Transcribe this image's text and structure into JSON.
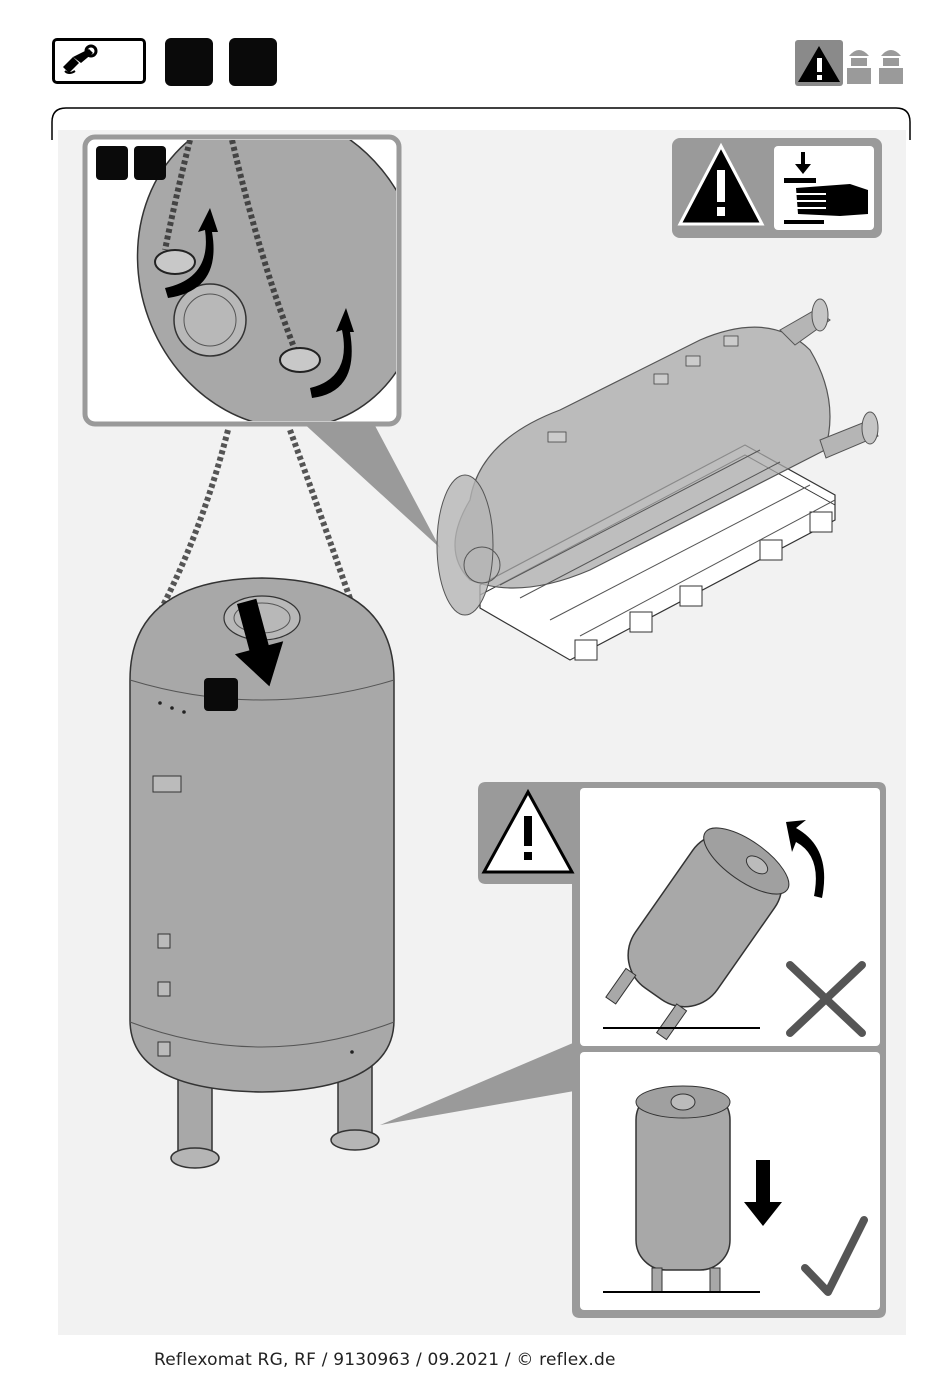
{
  "header": {
    "tool_icon": "wrench-hand-icon",
    "step_boxes": [
      "black-box",
      "black-box"
    ],
    "right_icons": [
      "warning-icon",
      "worker-icon",
      "worker-icon"
    ]
  },
  "figure": {
    "detail_labels": [
      "black-box",
      "black-box"
    ],
    "main_label": "black-box",
    "warning_icon": "warning-icon",
    "crush_hazard_icon": "hand-crush-icon",
    "wrong_mark": "cross-icon",
    "right_mark": "check-icon"
  },
  "colors": {
    "tank": "#a8a8a8",
    "tank_dark": "#8f8f8f",
    "panel": "#f2f2f2",
    "frame_grey": "#9a9a9a"
  },
  "footer": {
    "text": "Reflexomat RG, RF / 9130963 / 09.2021 / © reflex.de"
  }
}
